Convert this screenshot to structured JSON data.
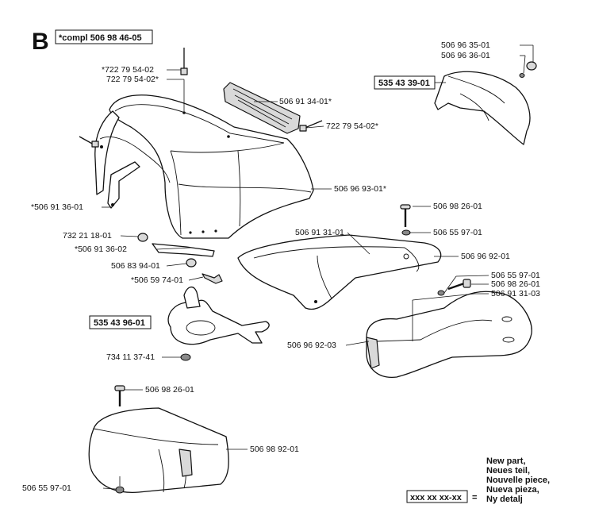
{
  "section_letter": "B",
  "compl_label": "*compl 506 98 46-05",
  "kit_labels": [
    "535 43 39-01",
    "535 43 96-01"
  ],
  "parts": [
    "*722 79 54-02",
    "722 79 54-02*",
    "506 91 34-01*",
    "722 79 54-02*",
    "506 96 93-01*",
    "*506 91 36-01",
    "732 21 18-01",
    "*506 91 36-02",
    "506 83 94-01",
    "*506 59 74-01",
    "506 96 35-01",
    "506 96 36-01",
    "506 98 26-01",
    "506 55 97-01",
    "506 91 31-01",
    "506 96 92-01",
    "506 55 97-01",
    "506 98 26-01",
    "506 91 31-03",
    "506 96 92-03",
    "734 11 37-41",
    "506 98 26-01",
    "506 98 92-01",
    "506 55 97-01"
  ],
  "legend": {
    "lines": [
      "New part,",
      "Neues teil,",
      "Nouvelle piece,",
      "Nueva pieza,",
      "Ny detalj"
    ],
    "box": "xxx xx xx-xx",
    "equals": "="
  }
}
